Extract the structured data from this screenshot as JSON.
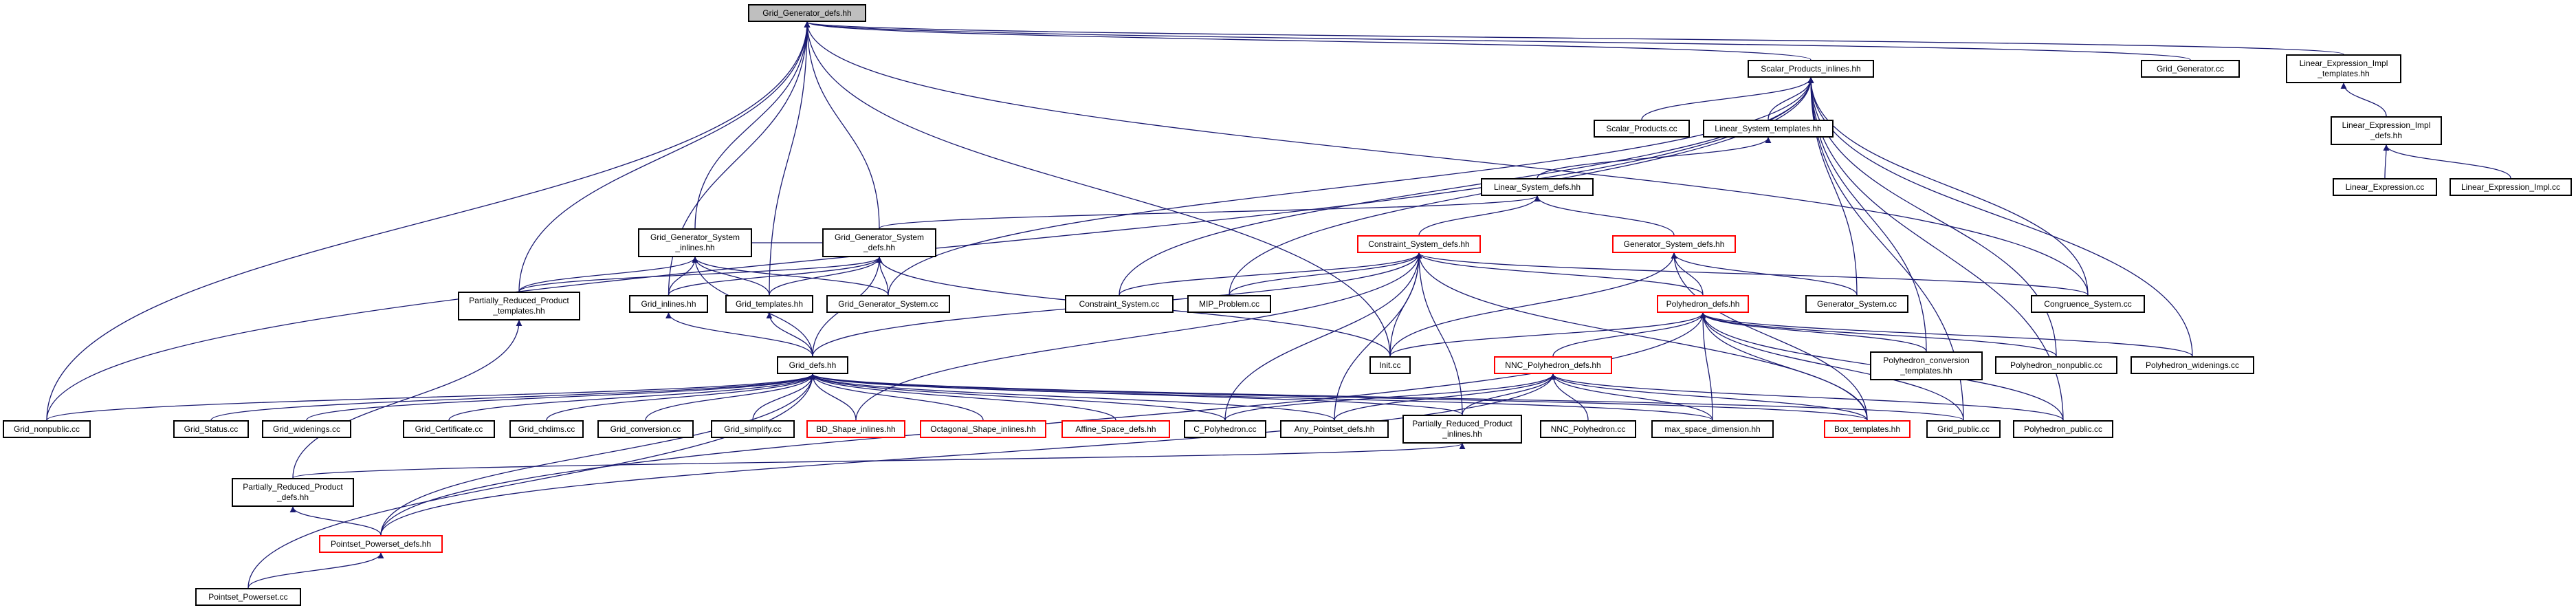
{
  "colors": {
    "edge": "#191970",
    "border": "#000000",
    "red_border": "#ff0000",
    "current_fill": "#bfbfbf"
  },
  "nodes": {
    "grid_generator_defs_hh": "Grid_Generator_defs.hh",
    "scalar_products_inlines_hh": "Scalar_Products_inlines.hh",
    "grid_generator_cc": "Grid_Generator.cc",
    "linear_expression_impl_templates_hh": "Linear_Expression_Impl\n_templates.hh",
    "linear_expression_impl_defs_hh": "Linear_Expression_Impl\n_defs.hh",
    "linear_expression_cc": "Linear_Expression.cc",
    "linear_expression_impl_cc": "Linear_Expression_Impl.cc",
    "scalar_products_cc": "Scalar_Products.cc",
    "linear_system_templates_hh": "Linear_System_templates.hh",
    "linear_system_defs_hh": "Linear_System_defs.hh",
    "grid_generator_system_inlines_hh": "Grid_Generator_System\n_inlines.hh",
    "grid_generator_system_defs_hh": "Grid_Generator_System\n_defs.hh",
    "constraint_system_defs_hh": "Constraint_System_defs.hh",
    "generator_system_defs_hh": "Generator_System_defs.hh",
    "partially_reduced_product_templates_hh": "Partially_Reduced_Product\n_templates.hh",
    "grid_inlines_hh": "Grid_inlines.hh",
    "grid_templates_hh": "Grid_templates.hh",
    "grid_generator_system_cc": "Grid_Generator_System.cc",
    "constraint_system_cc": "Constraint_System.cc",
    "mip_problem_cc": "MIP_Problem.cc",
    "polyhedron_defs_hh": "Polyhedron_defs.hh",
    "generator_system_cc": "Generator_System.cc",
    "congruence_system_cc": "Congruence_System.cc",
    "grid_defs_hh": "Grid_defs.hh",
    "init_cc": "Init.cc",
    "nnc_polyhedron_defs_hh": "NNC_Polyhedron_defs.hh",
    "polyhedron_conversion_templates_hh": "Polyhedron_conversion\n_templates.hh",
    "polyhedron_nonpublic_cc": "Polyhedron_nonpublic.cc",
    "polyhedron_widenings_cc": "Polyhedron_widenings.cc",
    "grid_nonpublic_cc": "Grid_nonpublic.cc",
    "grid_status_cc": "Grid_Status.cc",
    "grid_widenings_cc": "Grid_widenings.cc",
    "grid_certificate_cc": "Grid_Certificate.cc",
    "grid_chdims_cc": "Grid_chdims.cc",
    "grid_conversion_cc": "Grid_conversion.cc",
    "grid_simplify_cc": "Grid_simplify.cc",
    "bd_shape_inlines_hh": "BD_Shape_inlines.hh",
    "octagonal_shape_inlines_hh": "Octagonal_Shape_inlines.hh",
    "affine_space_defs_hh": "Affine_Space_defs.hh",
    "c_polyhedron_cc": "C_Polyhedron.cc",
    "any_pointset_defs_hh": "Any_Pointset_defs.hh",
    "partially_reduced_product_inlines_hh": "Partially_Reduced_Product\n_inlines.hh",
    "nnc_polyhedron_cc": "NNC_Polyhedron.cc",
    "max_space_dimension_hh": "max_space_dimension.hh",
    "box_templates_hh": "Box_templates.hh",
    "grid_public_cc": "Grid_public.cc",
    "polyhedron_public_cc": "Polyhedron_public.cc",
    "partially_reduced_product_defs_hh": "Partially_Reduced_Product\n_defs.hh",
    "pointset_powerset_defs_hh": "Pointset_Powerset_defs.hh",
    "pointset_powerset_cc": "Pointset_Powerset.cc"
  }
}
